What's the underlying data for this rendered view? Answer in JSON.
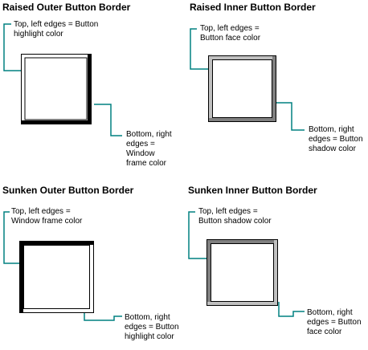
{
  "panels": [
    {
      "title": "Raised Outer Button Border",
      "top_label": "Top, left edges = Button\nhighlight color",
      "bottom_label": "Bottom, right\nedges = Window\nframe color"
    },
    {
      "title": "Raised Inner Button Border",
      "top_label": "Top, left edges =\nButton face color",
      "bottom_label": "Bottom, right\nedges = Button\nshadow color"
    },
    {
      "title": "Sunken Outer Button Border",
      "top_label": "Top, left edges =\nWindow frame color",
      "bottom_label": "Bottom, right\nedges = Button\nhighlight color"
    },
    {
      "title": "Sunken Inner Button Border",
      "top_label": "Top, left edges =\nButton shadow color",
      "bottom_label": "Bottom, right\nedges = Button\nface color"
    }
  ],
  "colors": {
    "leader": "#008080",
    "window_frame": "#000000",
    "button_shadow": "#808080",
    "button_face": "#c0c0c0",
    "button_highlight": "#ffffff"
  }
}
